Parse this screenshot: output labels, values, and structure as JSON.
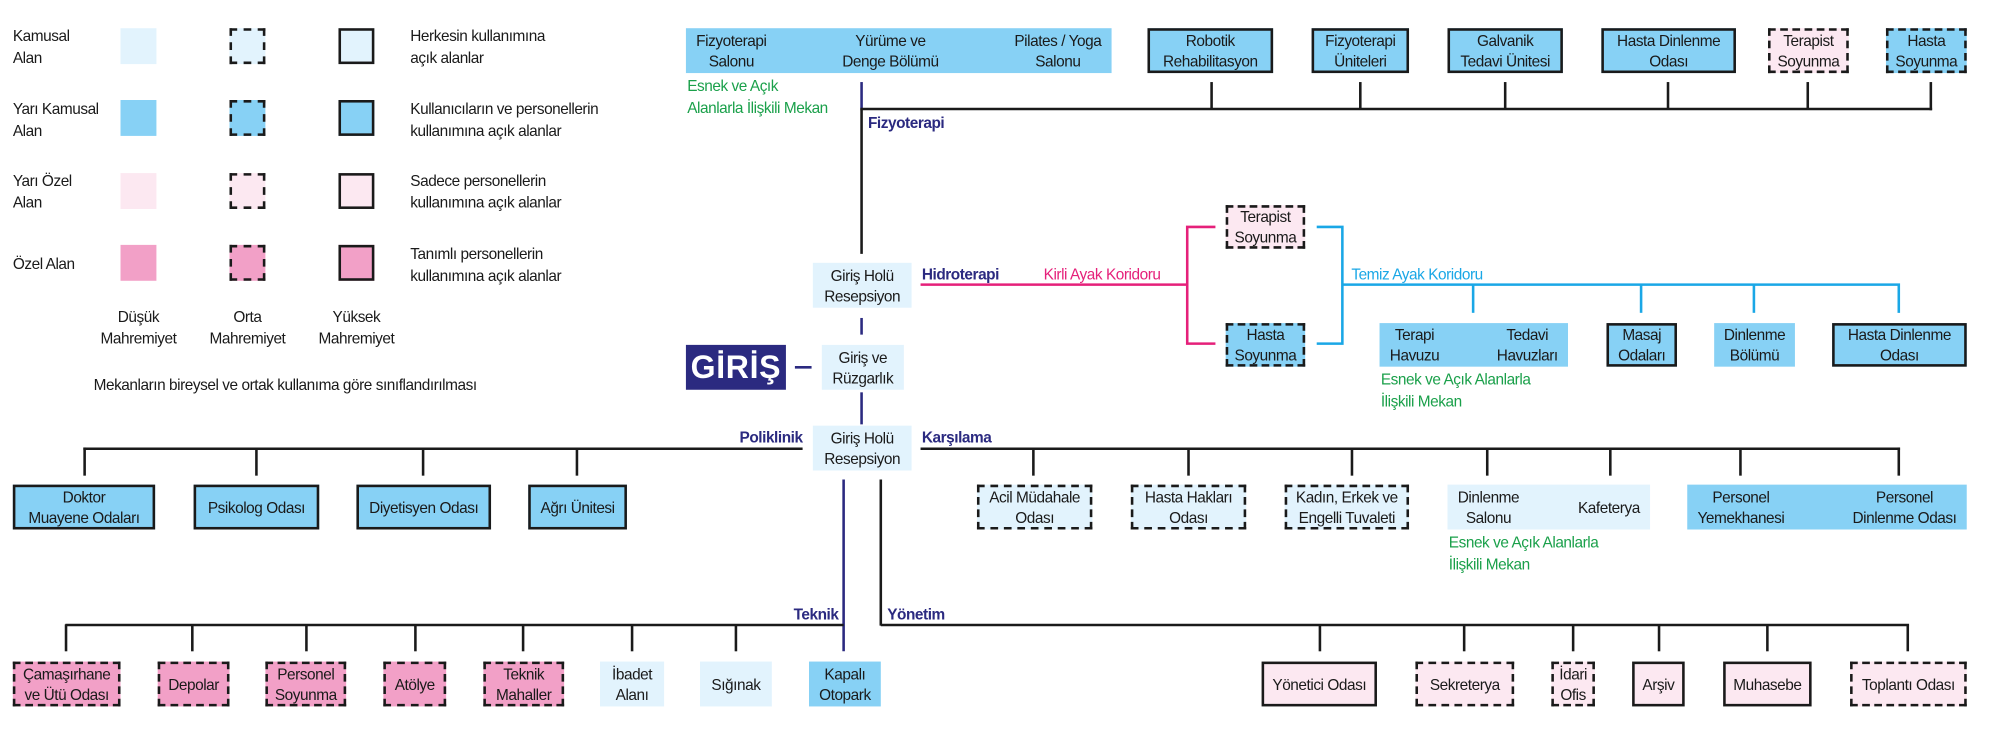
{
  "colors": {
    "kamusal": "#e2f3fd",
    "yari_kamusal": "#87d1f5",
    "yari_ozel": "#fce8f1",
    "ozel": "#f2a0c7",
    "navy": "#2b2a80",
    "green": "#1aa04a",
    "kirli": "#e5207a",
    "temiz": "#1aa7e6"
  },
  "legend": {
    "rows": [
      {
        "label": "Kamusal\nAlan",
        "description": "Herkesin kullanımına\naçık alanlar"
      },
      {
        "label": "Yarı Kamusal\nAlan",
        "description": "Kullanıcıların ve personellerin\nkullanımına açık alanlar"
      },
      {
        "label": "Yarı Özel\nAlan",
        "description": "Sadece personellerin\nkullanımına açık alanlar"
      },
      {
        "label": "Özel Alan",
        "description": "Tanımlı personellerin\nkullanımına açık alanlar"
      }
    ],
    "columns": [
      "Düşük\nMahremiyet",
      "Orta\nMahremiyet",
      "Yüksek\nMahremiyet"
    ],
    "caption": "Mekanların bireysel ve ortak kullanıma göre sınıflandırılması"
  },
  "entrance": {
    "logo": "GİRİŞ",
    "ruzgarlik": "Giriş ve\nRüzgarlık",
    "hol_upper": "Giriş Holü\nResepsiyon",
    "hol_main": "Giriş Holü\nResepsiyon"
  },
  "fizyoterapi": {
    "label": "Fizyoterapi",
    "group": [
      "Fizyoterapi\nSalonu",
      "Yürüme ve\nDenge Bölümü",
      "Pilates / Yoga\nSalonu"
    ],
    "group_note": "Esnek ve Açık\nAlanlarla İlişkili Mekan",
    "rooms": [
      "Robotik\nRehabilitasyon",
      "Fizyoterapi\nÜniteleri",
      "Galvanik\nTedavi Ünitesi",
      "Hasta Dinlenme\nOdası",
      "Terapist\nSoyunma",
      "Hasta\nSoyunma"
    ]
  },
  "hidroterapi": {
    "label": "Hidroterapi",
    "kirli": "Kirli Ayak Koridoru",
    "temiz": "Temiz Ayak Koridoru",
    "soyunma": [
      "Terapist\nSoyunma",
      "Hasta\nSoyunma"
    ],
    "pools": [
      "Terapi\nHavuzu",
      "Tedavi\nHavuzları"
    ],
    "pools_note": "Esnek ve Açık Alanlarla\nİlişkili Mekan",
    "rooms": [
      "Masaj\nOdaları",
      "Dinlenme\nBölümü",
      "Hasta Dinlenme\nOdası"
    ]
  },
  "poliklinik": {
    "label": "Poliklinik",
    "rooms": [
      "Doktor\nMuayene Odaları",
      "Psikolog Odası",
      "Diyetisyen Odası",
      "Ağrı Ünitesi"
    ]
  },
  "karsilama": {
    "label": "Karşılama",
    "rooms": [
      "Acil Müdahale\nOdası",
      "Hasta Hakları\nOdası",
      "Kadın, Erkek ve\nEngelli Tuvaleti"
    ],
    "social": [
      "Dinlenme\nSalonu",
      "Kafeterya"
    ],
    "social_note": "Esnek ve Açık Alanlarla\nİlişkili Mekan",
    "staff": [
      "Personel\nYemekhanesi",
      "Personel\nDinlenme Odası"
    ]
  },
  "teknik": {
    "label": "Teknik",
    "rooms": [
      "Çamaşırhane\nve Ütü Odası",
      "Depolar",
      "Personel\nSoyunma",
      "Atölye",
      "Teknik\nMahaller",
      "İbadet\nAlanı",
      "Sığınak",
      "Kapalı\nOtopark"
    ]
  },
  "yonetim": {
    "label": "Yönetim",
    "rooms": [
      "Yönetici Odası",
      "Sekreterya",
      "İdari\nOfis",
      "Arşiv",
      "Muhasebe",
      "Toplantı Odası"
    ]
  }
}
